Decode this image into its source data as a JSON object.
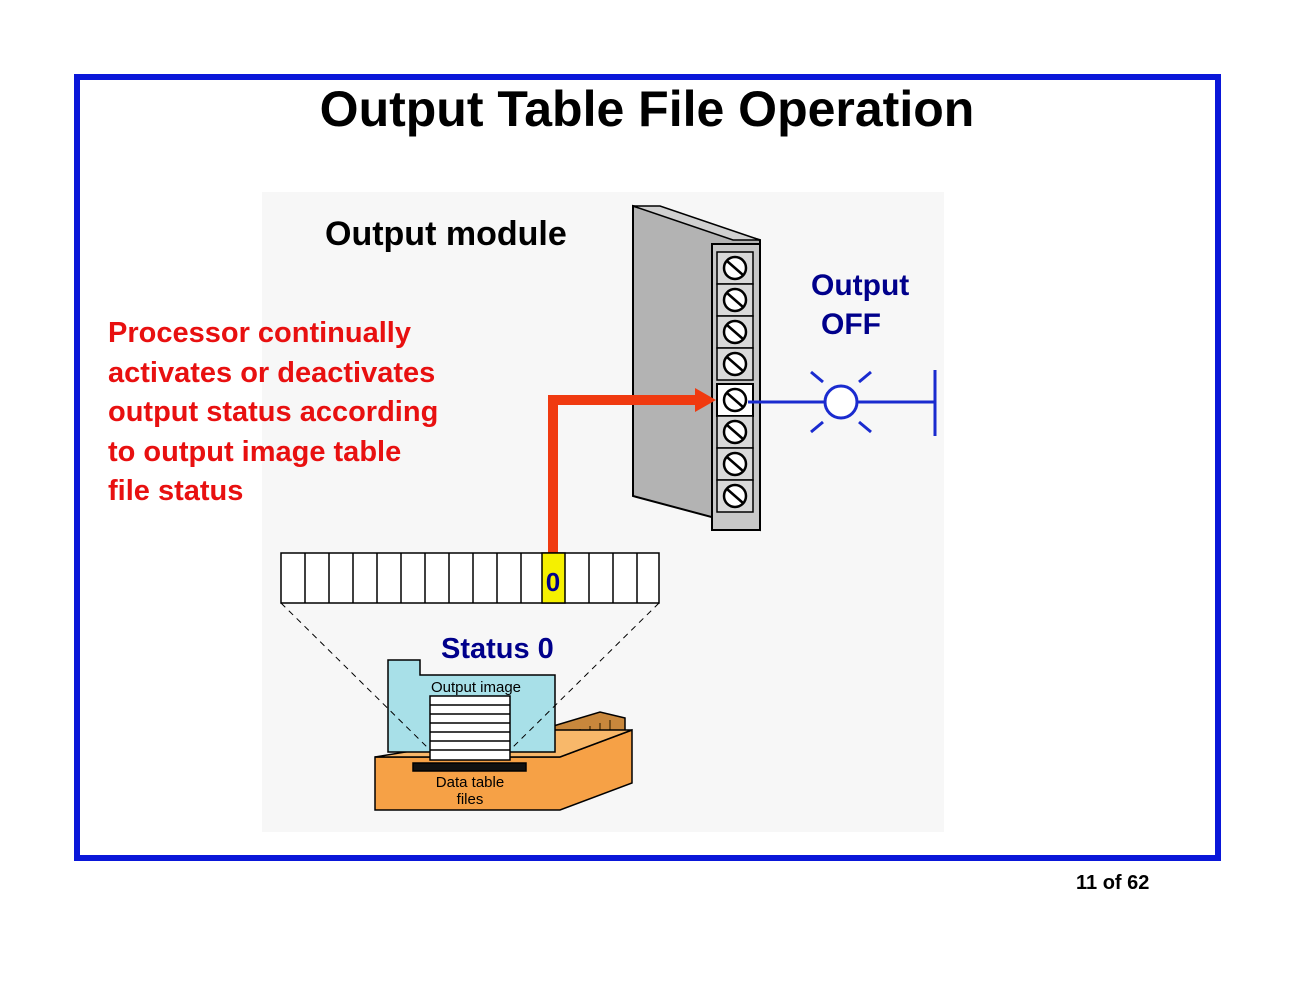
{
  "slide": {
    "title": "Output Table File Operation",
    "page_indicator": "11 of 62"
  },
  "diagram": {
    "module_label": "Output module",
    "output_state_line1": "Output",
    "output_state_line2": "OFF",
    "processor_text": [
      "Processor continually",
      "activates or deactivates",
      "output status according",
      "to output image table",
      "file status"
    ],
    "table_bit_value": "0",
    "status_label": "Status 0",
    "output_image_label": "Output image",
    "data_table_label_line1": "Data table",
    "data_table_label_line2": "files"
  },
  "colors": {
    "frame": "#0a17d9",
    "processor_text": "#e81010",
    "status_text": "#00008b",
    "arrow": "#f03a10",
    "wire": "#1a2bcf",
    "bit_highlight": "#f5f000"
  }
}
